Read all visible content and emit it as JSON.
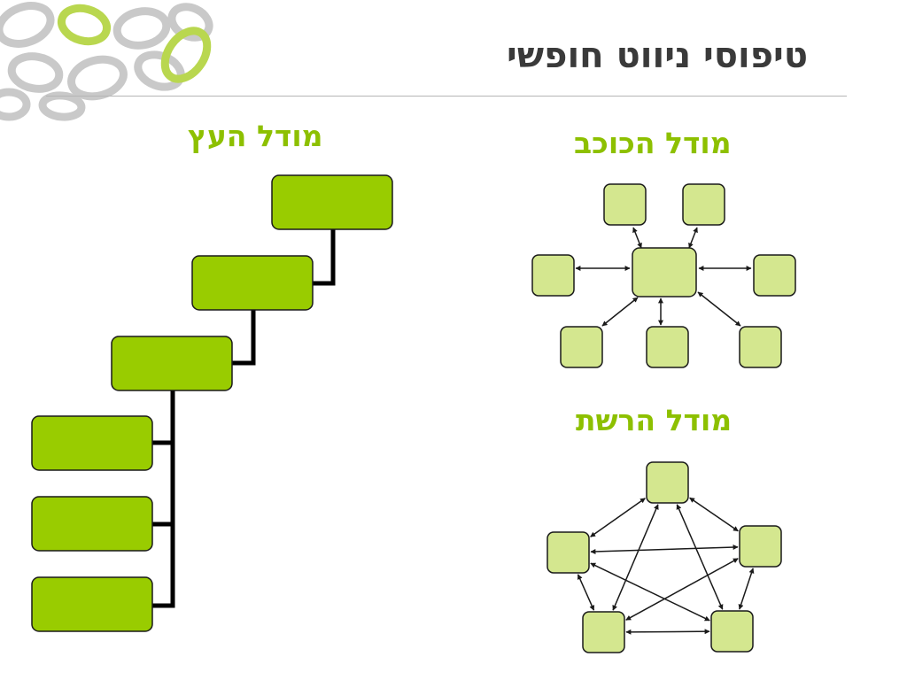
{
  "slide": {
    "title": "טיפוסי ניווט חופשי"
  },
  "models": {
    "tree": {
      "heading": "מודל העץ"
    },
    "star": {
      "heading": "מודל הכוכב"
    },
    "mesh": {
      "heading": "מודל הרשת"
    }
  },
  "colors": {
    "title_text": "#3a3a3a",
    "heading_green": "#8dc000",
    "tree_box_fill": "#99cc00",
    "small_node_fill": "#d4e78f",
    "outline": "#1a1a1a",
    "decoration_green": "#b2d33c",
    "decoration_grey": "#c4c4c4"
  },
  "diagram": {
    "tree": {
      "box_count": 6,
      "connector": "elbow"
    },
    "star": {
      "hub_count": 1,
      "spoke_count": 7,
      "arrows": "both-ends"
    },
    "mesh": {
      "node_count": 5,
      "edges": "complete-graph",
      "arrows": "both-ends"
    }
  },
  "decoration": {
    "name": "swirl-rings",
    "placement": "top-left"
  }
}
